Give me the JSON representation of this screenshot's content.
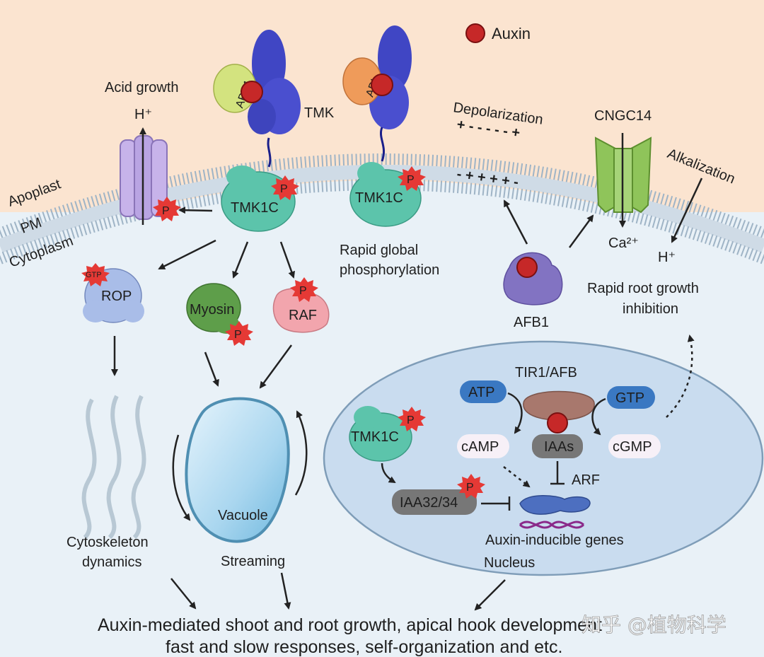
{
  "legend": {
    "auxin": "Auxin"
  },
  "regions": {
    "apoplast": "Apoplast",
    "pm": "PM",
    "cytoplasm": "Cytoplasm",
    "nucleus": "Nucleus"
  },
  "membrane_events": {
    "acid_growth": "Acid growth",
    "h_plus": "H⁺",
    "tmk": "TMK",
    "abp1": "ABP1",
    "abl": "ABL",
    "depolarization": "Depolarization",
    "charges_top": "+ - - - - - +",
    "charges_bottom": "- + + + + -",
    "cngc14": "CNGC14",
    "alkalization": "Alkalization",
    "ca2": "Ca²⁺",
    "h_plus_in": "H⁺",
    "rapid_global_1": "Rapid global",
    "rapid_global_2": "phosphorylation"
  },
  "proteins": {
    "tmk1c": "TMK1C",
    "phospho": "P",
    "gtp_tag": "GTP",
    "rop": "ROP",
    "myosin": "Myosin",
    "raf": "RAF",
    "afb1": "AFB1",
    "vacuole": "Vacuole"
  },
  "outcomes": {
    "cytoskeleton_1": "Cytoskeleton",
    "cytoskeleton_2": "dynamics",
    "streaming": "Streaming",
    "root_inhibition_1": "Rapid root growth",
    "root_inhibition_2": "inhibition"
  },
  "nucleus": {
    "tir1_afb": "TIR1/AFB",
    "atp": "ATP",
    "gtp": "GTP",
    "camp": "cAMP",
    "iaas": "IAAs",
    "cgmp": "cGMP",
    "arf": "ARF",
    "iaa32_34": "IAA32/34",
    "genes": "Auxin-inducible genes"
  },
  "footer": {
    "line1": "Auxin-mediated shoot and root growth, apical hook development",
    "line2": "fast and slow responses, self-organization and etc."
  },
  "watermark": "知乎 @植物科学",
  "colors": {
    "apoplast": "#fbe4d0",
    "cytoplasm": "#e9f1f7",
    "membrane_head": "#9fb4c6",
    "tmk_receptor": "#4046c4",
    "kinase": "#5cc4ab",
    "auxin": "#c62828",
    "abp1": "#d3e37f",
    "abl": "#ef9b5a",
    "h_pump": "#b9a4e3",
    "cngc": "#8fc45a",
    "rop": "#a9bde8",
    "myosin": "#5e9e4a",
    "raf": "#f2a5ad",
    "afb1": "#8273c2",
    "tir1": "#a8786d",
    "atp_gtp": "#3a78c2",
    "nucleus": "#c9dcef",
    "iaa_box": "#777777"
  }
}
